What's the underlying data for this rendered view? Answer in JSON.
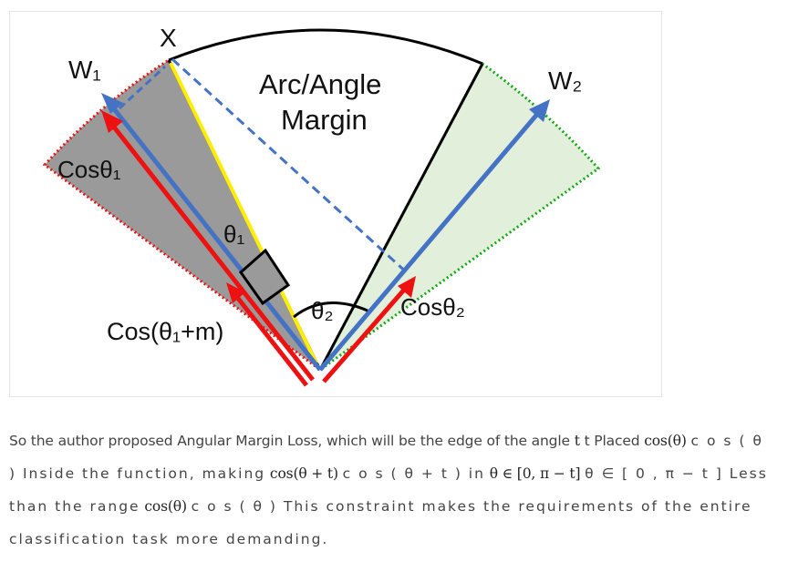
{
  "figure": {
    "labels": {
      "x": "X",
      "w1": "W₁",
      "w2": "W₂",
      "margin_line1": "Arc/Angle",
      "margin_line2": "Margin",
      "cos_theta1": "Cosθ₁",
      "theta1": "θ₁",
      "theta2": "θ₂",
      "cos_theta2": "Cosθ₂",
      "cos_theta1_m": "Cos(θ₁+m)"
    },
    "colors": {
      "w1_region": "#9a9a9a",
      "w2_region": "#e2efda",
      "w1_boundary": "#ee1111",
      "w2_boundary": "#11aa11",
      "weight_vector": "#4472c4",
      "feature_vector": "#ffee00",
      "margin_vector": "#ee1111",
      "arc": "#000000"
    }
  },
  "text": {
    "s1": "So the author proposed Angular Margin Loss, which will be the edge of the angle",
    "m1": "t",
    "s2": "t Placed",
    "m2": "cos(θ)",
    "s3": "c o s ( θ ) Inside the function, making",
    "m3": "cos(θ + t)",
    "s4": "c o s ( θ + t ) in",
    "m4": "θ ∈ [0, π − t]",
    "s5": "θ ∈ [ 0 , π − t ] Less than the range",
    "m5": "cos(θ)",
    "s6": "c o s ( θ ) This constraint makes the requirements of the entire classification task more demanding."
  }
}
